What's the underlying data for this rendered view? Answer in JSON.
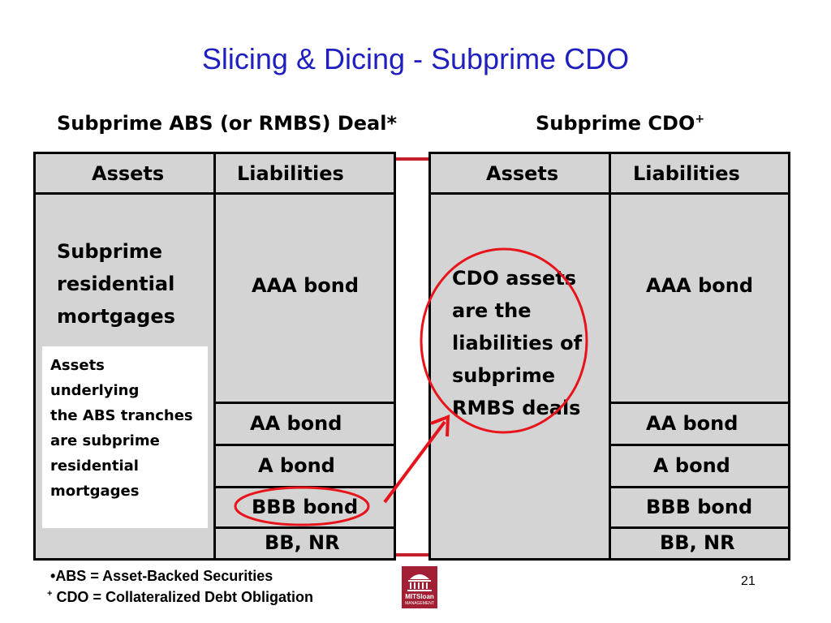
{
  "title": "Slicing & Dicing - Subprime CDO",
  "left": {
    "heading": "Subprime ABS (or RMBS) Deal*",
    "assets_header": "Assets",
    "liabilities_header": "Liabilities",
    "assets_text": [
      "Subprime",
      "residential",
      "mortgages"
    ],
    "note": [
      "Assets",
      "underlying",
      "the ABS tranches",
      "are subprime",
      "residential",
      "mortgages"
    ],
    "tranches": [
      "AAA bond",
      "AA bond",
      "A bond",
      "BBB bond",
      "BB, NR"
    ]
  },
  "right": {
    "heading": "Subprime CDO",
    "heading_sup": "+",
    "assets_header": "Assets",
    "liabilities_header": "Liabilities",
    "assets_text": [
      "CDO assets",
      "are the",
      "liabilities of",
      "subprime",
      "RMBS deals"
    ],
    "tranches": [
      "AAA bond",
      "AA bond",
      "A bond",
      "BBB bond",
      "BB, NR"
    ]
  },
  "footnotes": {
    "abs_prefix": "•",
    "abs": "ABS = Asset-Backed Securities",
    "cdo_prefix": "+",
    "cdo": " CDO = Collateralized Debt Obligation"
  },
  "logo": {
    "brand": "MITSloan",
    "sub": "MANAGEMENT",
    "color": "#a31f34"
  },
  "page_number": "21",
  "colors": {
    "title": "#1f1fbf",
    "box_fill": "#d4d4d4",
    "annotation_red": "#e8141b"
  }
}
